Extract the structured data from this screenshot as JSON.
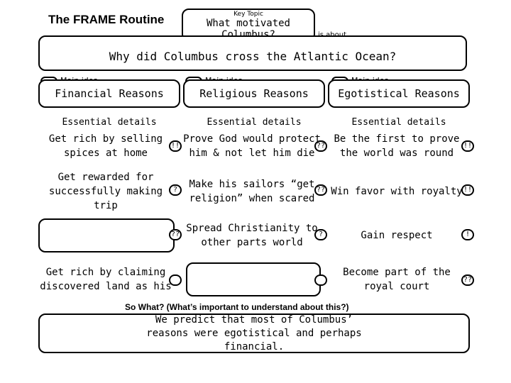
{
  "routine_title": "The FRAME Routine",
  "key_topic": {
    "label": "Key Topic",
    "text": "What motivated Columbus?"
  },
  "is_about_label": "is about…",
  "main_question": "Why did Columbus cross the Atlantic Ocean?",
  "main_idea_label": "Main idea",
  "essential_label": "Essential details",
  "columns": [
    {
      "main_idea": "Financial Reasons",
      "details": [
        {
          "text": "Get rich by selling spices at home",
          "mark": "!!"
        },
        {
          "text": "Get rewarded for successfully making trip",
          "mark": "?"
        },
        {
          "text": "",
          "mark": "??"
        },
        {
          "text": "Get rich by claiming discovered land as his",
          "mark": ""
        }
      ]
    },
    {
      "main_idea": "Religious Reasons",
      "details": [
        {
          "text": "Prove God would protect him & not let him die",
          "mark": "??"
        },
        {
          "text": "Make his sailors “get religion” when scared",
          "mark": "??"
        },
        {
          "text": "Spread Christianity to other parts world",
          "mark": "?"
        },
        {
          "text": "",
          "mark": ""
        }
      ]
    },
    {
      "main_idea": "Egotistical Reasons",
      "details": [
        {
          "text": "Be the first to prove the world was round",
          "mark": "!!"
        },
        {
          "text": "Win favor with royalty",
          "mark": "!!"
        },
        {
          "text": "Gain respect",
          "mark": "!"
        },
        {
          "text": "Become part of the royal court",
          "mark": "??"
        }
      ]
    }
  ],
  "so_what_label": "So What? (What’s important to understand about this?)",
  "so_what_text": "We predict that most of Columbus’ reasons were egotistical and perhaps financial."
}
